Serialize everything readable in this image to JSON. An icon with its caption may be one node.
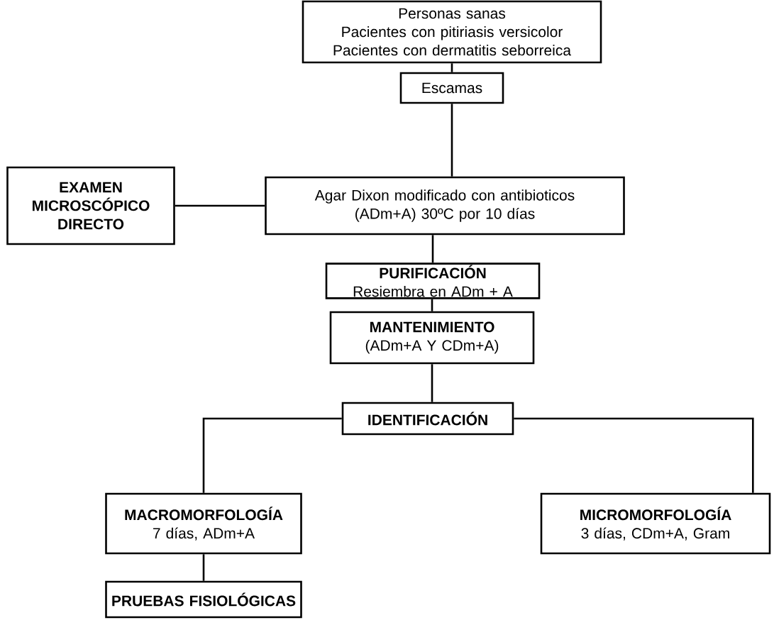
{
  "diagram": {
    "nodes": [
      {
        "text": [
          "Personas sanas",
          "Pacientes con pitiriasis versicolor",
          "Pacientes con dermatitis seborreica"
        ]
      },
      {
        "text": [
          "Escamas"
        ]
      },
      {
        "text": [
          "EXAMEN MICROSCÓPICO DIRECTO"
        ]
      },
      {
        "text": [
          "Agar Dixon modificado con antibioticos (ADm+A) 30ºC por 10 días"
        ]
      },
      {
        "text": [
          "PURIFICACIÓN",
          "Resiembra en ADm + A"
        ]
      },
      {
        "text": [
          "MANTENIMIENTO",
          "(ADm+A Y CDm+A)"
        ]
      },
      {
        "text": [
          "IDENTIFICACIÓN"
        ]
      },
      {
        "text": [
          "MACROMORFOLOGÍA",
          "7 días, ADm+A"
        ]
      },
      {
        "text": [
          "MICROMORFOLOGÍA",
          "3 días, CDm+A, Gram"
        ]
      },
      {
        "text": [
          "PRUEBAS FISIOLÓGICAS"
        ]
      }
    ],
    "edges": [
      {
        "from": 0,
        "to": 1,
        "arrow": "none"
      },
      {
        "from": 1,
        "to": 3,
        "arrow": "none"
      },
      {
        "from": 2,
        "to": 3,
        "arrow": "none"
      },
      {
        "from": 3,
        "to": 4,
        "arrow": "none"
      },
      {
        "from": 4,
        "to": 5,
        "arrow": "none"
      },
      {
        "from": 5,
        "to": 6,
        "arrow": "none"
      },
      {
        "from": 6,
        "to": 7,
        "arrow": "none"
      },
      {
        "from": 6,
        "to": 8,
        "arrow": "none"
      },
      {
        "from": 7,
        "to": 9,
        "arrow": "none"
      }
    ]
  }
}
